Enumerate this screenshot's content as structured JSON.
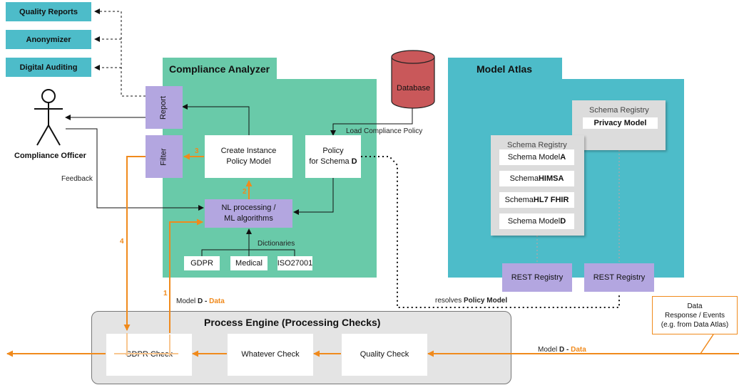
{
  "outputs": {
    "quality_reports": "Quality Reports",
    "anonymizer": "Anonymizer",
    "digital_auditing": "Digital Auditing"
  },
  "actor": {
    "label": "Compliance Officer",
    "feedback": "Feedback"
  },
  "compliance_analyzer": {
    "title": "Compliance Analyzer",
    "report": "Report",
    "filter": "Filter",
    "create_instance_line1": "Create Instance",
    "create_instance_line2": "Policy Model",
    "policy_line1": "Policy",
    "policy_line2_prefix": "for Schema ",
    "policy_line2_bold": "D",
    "nl_line1": "NL processing /",
    "nl_line2": "ML algorithms",
    "dictionaries": "Dictionaries",
    "dict_items": [
      "GDPR",
      "Medical",
      "ISO27001"
    ]
  },
  "database": {
    "label": "Database",
    "load_label": "Load Compliance Policy"
  },
  "model_atlas": {
    "title": "Model Atlas",
    "registry_back": {
      "title": "Schema Registry",
      "item": "Privacy Model"
    },
    "registry_front": {
      "title": "Schema Registry",
      "items": [
        {
          "prefix": "Schema Model ",
          "bold": "A"
        },
        {
          "prefix": "Schema ",
          "bold": "HIMSA"
        },
        {
          "prefix": "Schema ",
          "bold": "HL7 FHIR"
        },
        {
          "prefix": "Schema Model ",
          "bold": "D"
        }
      ]
    },
    "rest_1": "REST Registry",
    "rest_2": "REST Registry"
  },
  "resolves": {
    "prefix": "resolves ",
    "bold": "Policy Model"
  },
  "flow_numbers": {
    "n1": "1",
    "n2": "2",
    "n3": "3",
    "n4": "4"
  },
  "model_data_1": {
    "prefix": "Model ",
    "bold": "D",
    "dash": " - ",
    "data": "Data"
  },
  "model_data_2": {
    "prefix": "Model ",
    "bold": "D",
    "dash": " - ",
    "data": "Data"
  },
  "process_engine": {
    "title": "Process Engine (Processing Checks)",
    "gdpr": "GDPR Check",
    "whatever": "Whatever Check",
    "quality": "Quality Check"
  },
  "callout": {
    "line1": "Data",
    "line2": "Response / Events",
    "line3": "(e.g. from Data Atlas)"
  },
  "colors": {
    "teal": "#4dbcc9",
    "green": "#69caa9",
    "purple": "#b3a6e0",
    "orange": "#f08a1c",
    "database": "#c9585a"
  }
}
